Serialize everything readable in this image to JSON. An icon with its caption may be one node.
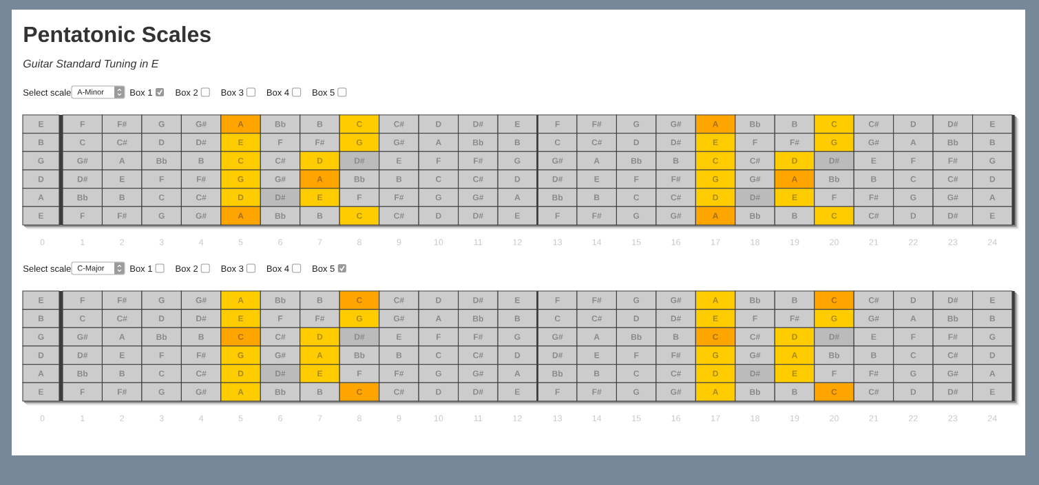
{
  "diagram": {
    "title": "Pentatonic Scales",
    "labels": [
      "Guitar Standard Tuning in E",
      "Select scale",
      "A-Minor",
      "Box 1",
      "Box 2",
      "Box 3",
      "Box 4",
      "Box 5",
      "E",
      "F",
      "F#",
      "G",
      "G#",
      "A",
      "Bb",
      "B",
      "C",
      "C#",
      "D",
      "D#",
      "E",
      "F",
      "F#",
      "G",
      "G#",
      "A",
      "Bb",
      "B",
      "C",
      "C#",
      "D",
      "D#",
      "E",
      "B",
      "C",
      "C#",
      "D",
      "D#",
      "E",
      "F",
      "F#",
      "G",
      "G#",
      "A",
      "Bb",
      "B",
      "C",
      "C#",
      "D",
      "D#",
      "E",
      "F",
      "F#",
      "G",
      "G#",
      "A",
      "Bb",
      "B",
      "G",
      "G#",
      "A",
      "Bb",
      "B",
      "C",
      "C#",
      "D",
      "D#",
      "E",
      "F",
      "F#",
      "G",
      "G#",
      "A",
      "Bb",
      "B",
      "C",
      "C#",
      "D",
      "D#",
      "E",
      "F",
      "F#",
      "G",
      "D",
      "D#",
      "E",
      "F",
      "F#",
      "G",
      "G#",
      "A",
      "Bb",
      "B",
      "C",
      "C#",
      "D",
      "D#",
      "E",
      "F",
      "F#",
      "G",
      "G#",
      "A",
      "Bb",
      "B",
      "C",
      "C#",
      "D",
      "A",
      "Bb",
      "B",
      "C",
      "C#",
      "D",
      "D#",
      "E",
      "F",
      "F#",
      "G",
      "G#",
      "A",
      "Bb",
      "B",
      "C",
      "C#",
      "D",
      "D#",
      "E",
      "F",
      "F#",
      "G",
      "G#",
      "A",
      "E",
      "F",
      "F#",
      "G",
      "G#",
      "A",
      "Bb",
      "B",
      "C",
      "C#",
      "D",
      "D#",
      "E",
      "F",
      "F#",
      "G",
      "G#",
      "A",
      "Bb",
      "B",
      "C",
      "C#",
      "D",
      "D#",
      "E",
      "0",
      "1",
      "2",
      "3",
      "4",
      "5",
      "6",
      "7",
      "8",
      "9",
      "10",
      "11",
      "12",
      "13",
      "14",
      "15",
      "16",
      "17",
      "18",
      "19",
      "20",
      "21",
      "22",
      "23",
      "24",
      "Select scale",
      "C-Major",
      "Box 1",
      "Box 2",
      "Box 3",
      "Box 4",
      "Box 5",
      "E",
      "F",
      "F#",
      "G",
      "G#",
      "A",
      "Bb",
      "B",
      "C",
      "C#",
      "D",
      "D#",
      "E",
      "F",
      "F#",
      "G",
      "G#",
      "A",
      "Bb",
      "B",
      "C",
      "C#",
      "D",
      "D#",
      "E",
      "B",
      "C",
      "C#",
      "D",
      "D#",
      "E",
      "F",
      "F#",
      "G",
      "G#",
      "A",
      "Bb",
      "B",
      "C",
      "C#",
      "D",
      "D#",
      "E",
      "F",
      "F#",
      "G",
      "G#",
      "A",
      "Bb",
      "B",
      "G",
      "G#",
      "A",
      "Bb",
      "B",
      "C",
      "C#",
      "D",
      "D#",
      "E",
      "F",
      "F#",
      "G",
      "G#",
      "A",
      "Bb",
      "B",
      "C",
      "C#",
      "D",
      "D#",
      "E",
      "F",
      "F#",
      "G",
      "D",
      "D#",
      "E",
      "F",
      "F#",
      "G",
      "G#",
      "A",
      "Bb",
      "B",
      "C",
      "C#",
      "D",
      "D#",
      "E",
      "F",
      "F#",
      "G",
      "G#",
      "A",
      "Bb",
      "B",
      "C",
      "C#",
      "D",
      "A",
      "Bb",
      "B",
      "C",
      "C#",
      "D",
      "D#",
      "E",
      "F",
      "F#",
      "G",
      "G#",
      "A",
      "Bb",
      "B",
      "C",
      "C#",
      "D",
      "D#",
      "E",
      "F",
      "F#",
      "G",
      "G#",
      "A",
      "E",
      "F",
      "F#",
      "G",
      "G#",
      "A",
      "Bb",
      "B",
      "C",
      "C#",
      "D",
      "D#",
      "E",
      "F",
      "F#",
      "G",
      "G#",
      "A",
      "Bb",
      "B",
      "C",
      "C#",
      "D",
      "D#",
      "E",
      "0",
      "1",
      "2",
      "3",
      "4",
      "5",
      "6",
      "7",
      "8",
      "9",
      "10",
      "11",
      "12",
      "13",
      "14",
      "15",
      "16",
      "17",
      "18",
      "19",
      "20",
      "21",
      "22",
      "23",
      "24"
    ]
  }
}
